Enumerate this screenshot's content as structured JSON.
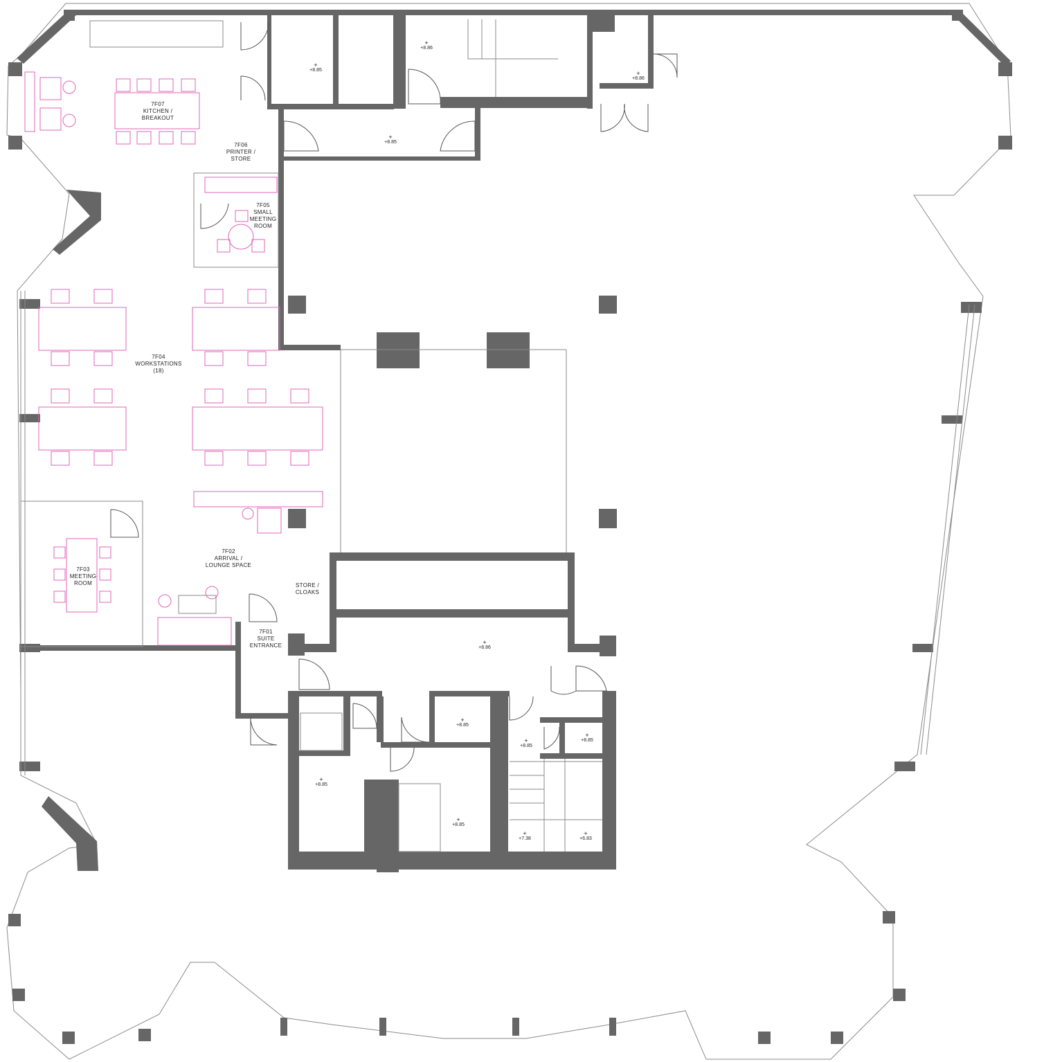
{
  "rooms": [
    {
      "id": "7F07",
      "lines": "7F07\nKITCHEN /\nBREAKOUT"
    },
    {
      "id": "7F06",
      "lines": "7F06\nPRINTER /\nSTORE"
    },
    {
      "id": "7F05",
      "lines": "7F05\nSMALL\nMEETING\nROOM"
    },
    {
      "id": "7F04",
      "lines": "7F04\nWORKSTATIONS\n(18)"
    },
    {
      "id": "7F03",
      "lines": "7F03\nMEETING\nROOM"
    },
    {
      "id": "7F02",
      "lines": "7F02\nARRIVAL /\nLOUNGE SPACE"
    },
    {
      "id": "store",
      "lines": "STORE /\nCLOAKS"
    },
    {
      "id": "7F01",
      "lines": "7F01\nSUITE\nENTRANCE"
    }
  ],
  "levels": {
    "l1": "+8.85",
    "l2": "+8.86",
    "l3": "+8.86",
    "l4": "+8.85",
    "l5": "+8.86",
    "l6": "+8.85",
    "l7": "+8.85",
    "l8": "+8.85",
    "l9": "+8.85",
    "l10": "+8.85",
    "l11": "+7.38",
    "l12": "+6.83"
  },
  "colors": {
    "wall": "#666666",
    "furniture": "#e063b8",
    "line": "#8a8a8a"
  }
}
